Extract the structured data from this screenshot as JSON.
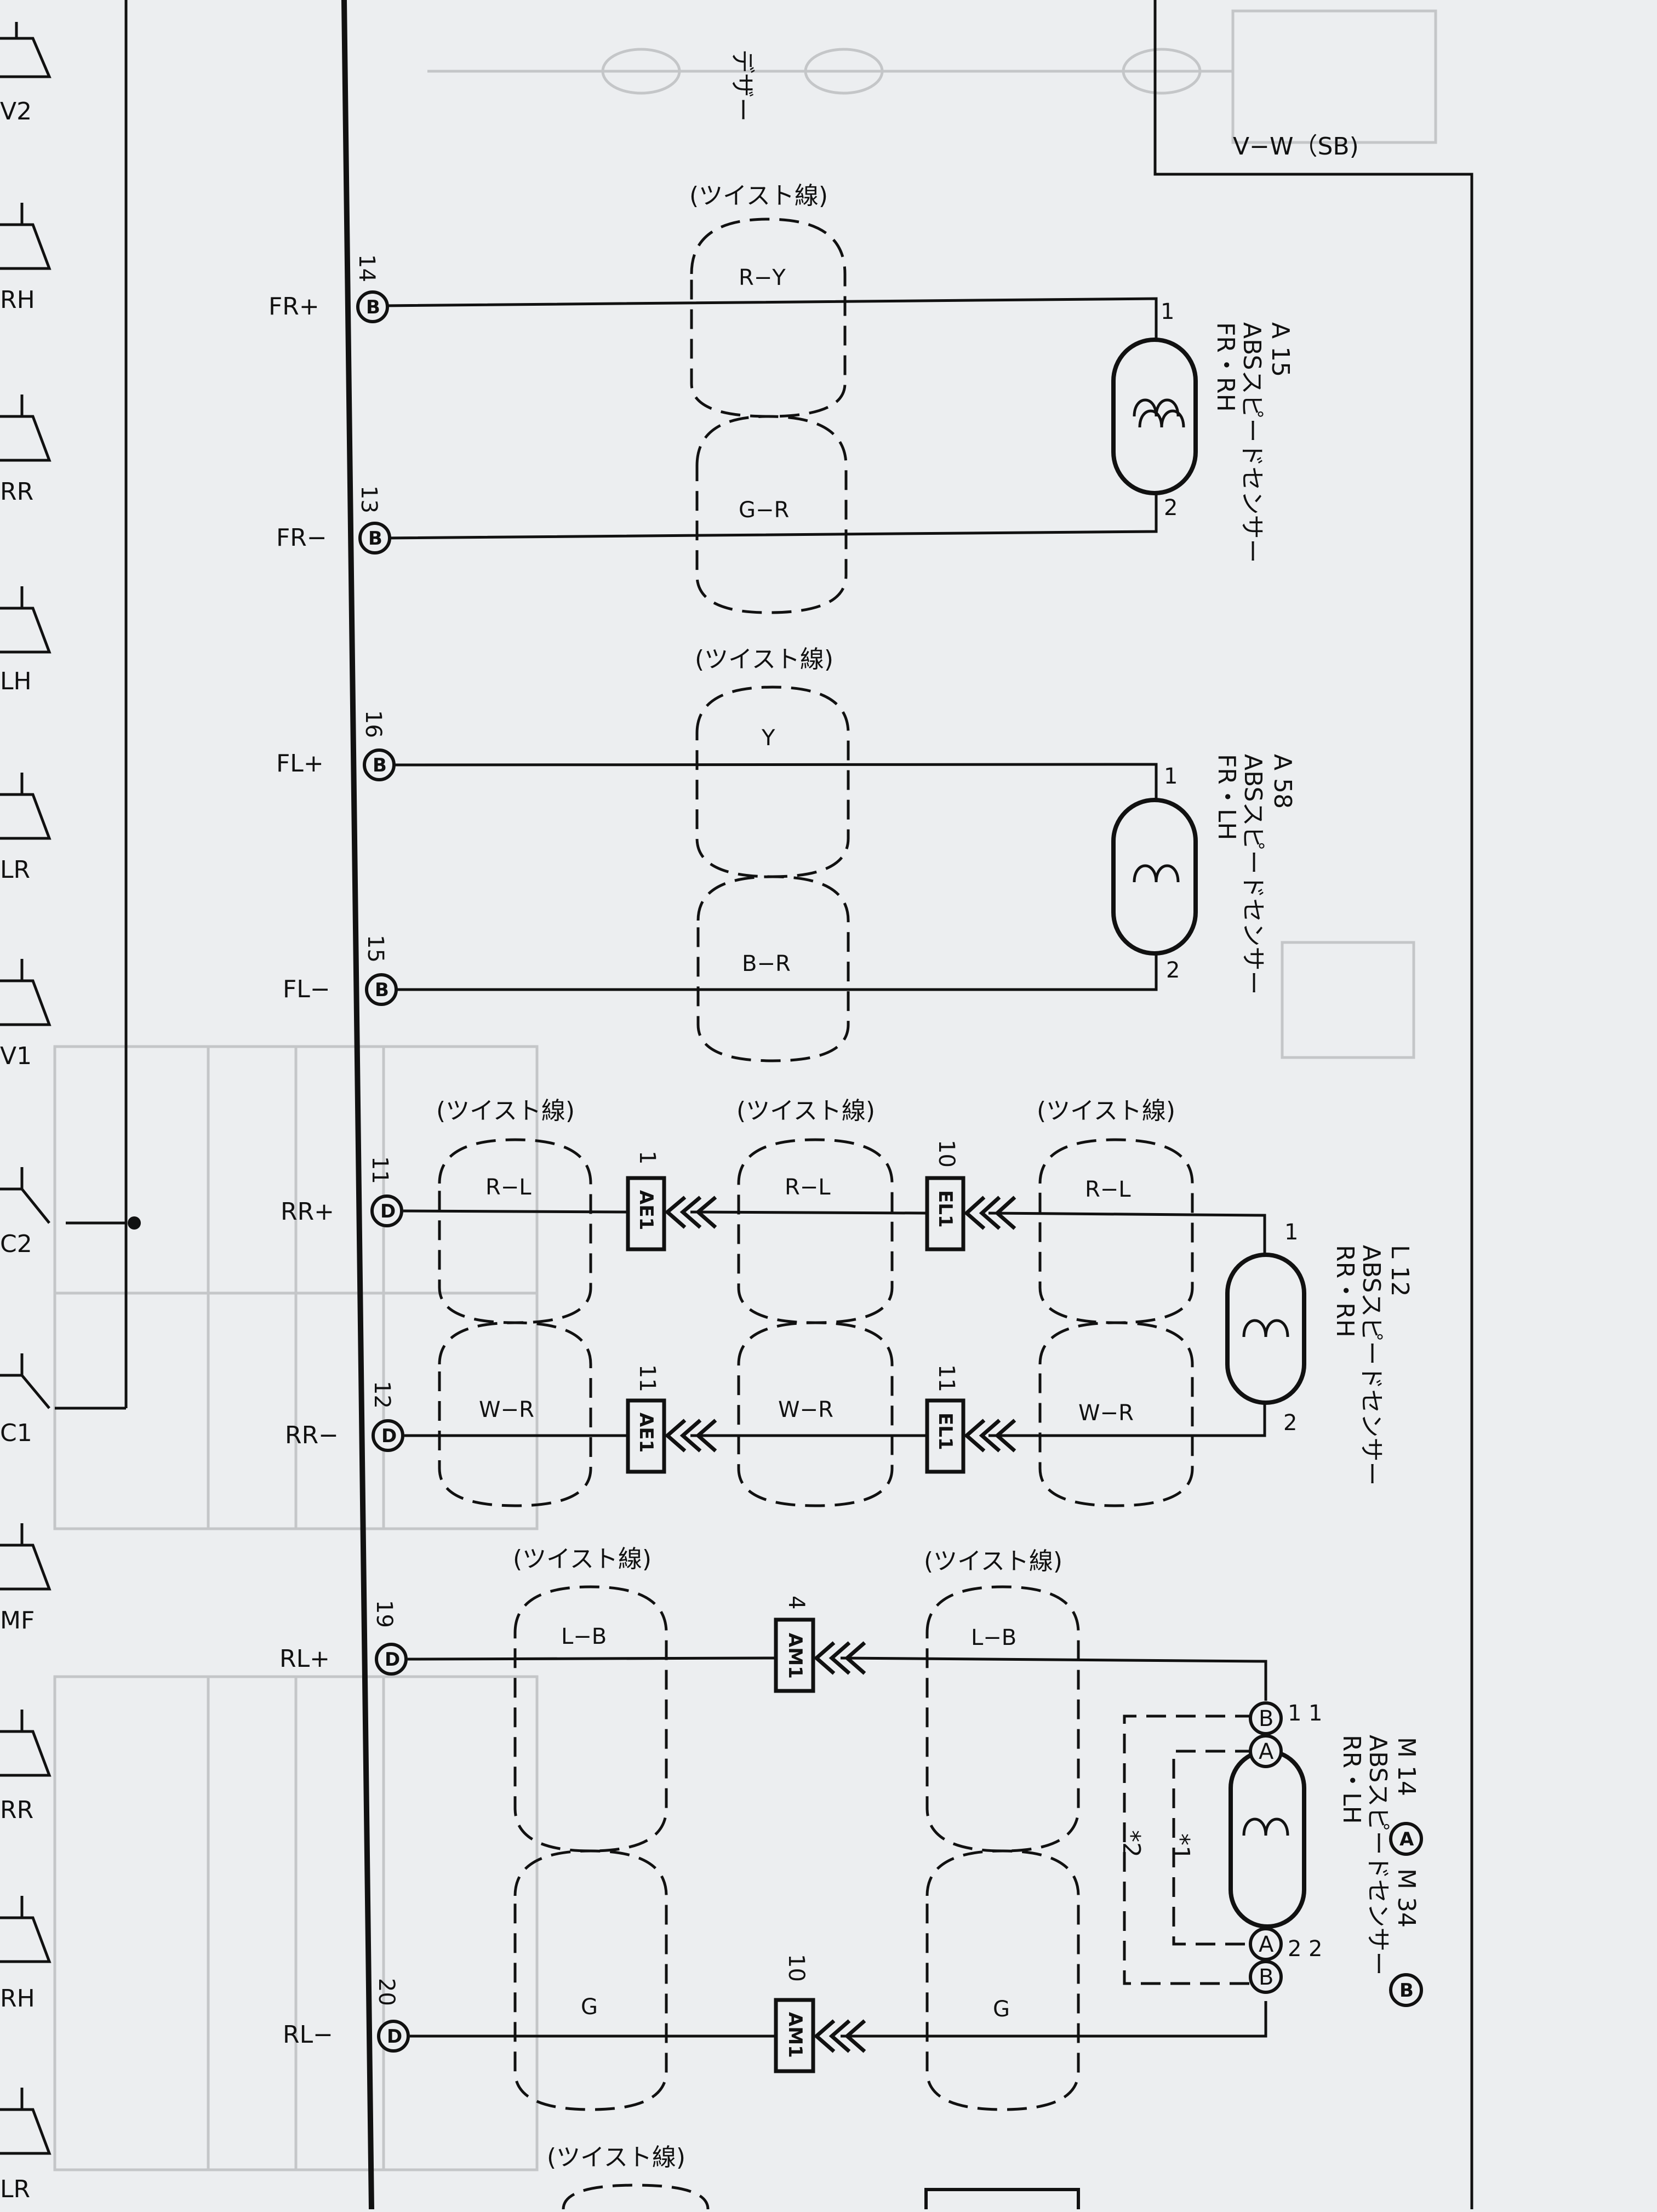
{
  "top": {
    "ghost_text": "デザー",
    "wire_label": "V−W（SB)"
  },
  "left_strip": [
    "V2",
    "RH",
    "RR",
    "LH",
    "LR",
    "V1",
    "C2",
    "C1",
    "MF",
    "RR",
    "RH",
    "LR"
  ],
  "twist_label": "(ツイスト線)",
  "ecu_terminals": [
    {
      "signal": "FR+",
      "pin": "14",
      "connector": "B"
    },
    {
      "signal": "FR−",
      "pin": "13",
      "connector": "B"
    },
    {
      "signal": "FL+",
      "pin": "16",
      "connector": "B"
    },
    {
      "signal": "FL−",
      "pin": "15",
      "connector": "B"
    },
    {
      "signal": "RR+",
      "pin": "11",
      "connector": "D"
    },
    {
      "signal": "RR−",
      "pin": "12",
      "connector": "D"
    },
    {
      "signal": "RL+",
      "pin": "19",
      "connector": "D"
    },
    {
      "signal": "RL−",
      "pin": "20",
      "connector": "D"
    }
  ],
  "wire_colors": {
    "fr_pos": "R−Y",
    "fr_neg": "G−R",
    "fl_pos": "Y",
    "fl_neg": "B−R",
    "rr_pos": "R−L",
    "rr_neg": "W−R",
    "rl_pos": "L−B",
    "rl_neg": "G"
  },
  "junctions": {
    "ae1": {
      "name": "AE1",
      "pin_pos": "1",
      "pin_neg": "11"
    },
    "el1": {
      "name": "EL1",
      "pin_pos": "10",
      "pin_neg": "11"
    },
    "am1": {
      "name": "AM1",
      "pin_pos": "4",
      "pin_neg": "10"
    }
  },
  "sensors": {
    "fr": {
      "code": "A 15",
      "name": "ABSスピードセンサー",
      "pos": "FR・RH",
      "pin1": "1",
      "pin2": "2"
    },
    "fl": {
      "code": "A 58",
      "name": "ABSスピードセンサー",
      "pos": "FR・LH",
      "pin1": "1",
      "pin2": "2"
    },
    "rr": {
      "code": "L 12",
      "name": "ABSスピードセンサー",
      "pos": "RR・RH",
      "pin1": "1",
      "pin2": "2"
    },
    "rl": {
      "code": "M 14",
      "code_a": "A",
      "code_b": "M 34",
      "code_c": "B",
      "name": "ABSスピードセンサー",
      "pos": "RR・LH",
      "pin1": "1",
      "pin2": "2",
      "ca": "A",
      "cb": "B",
      "note1": "*1",
      "note2": "*2"
    }
  },
  "colors": {
    "ink": "#111111",
    "paper": "#eceef0",
    "ghost": "#c4c6c8"
  }
}
